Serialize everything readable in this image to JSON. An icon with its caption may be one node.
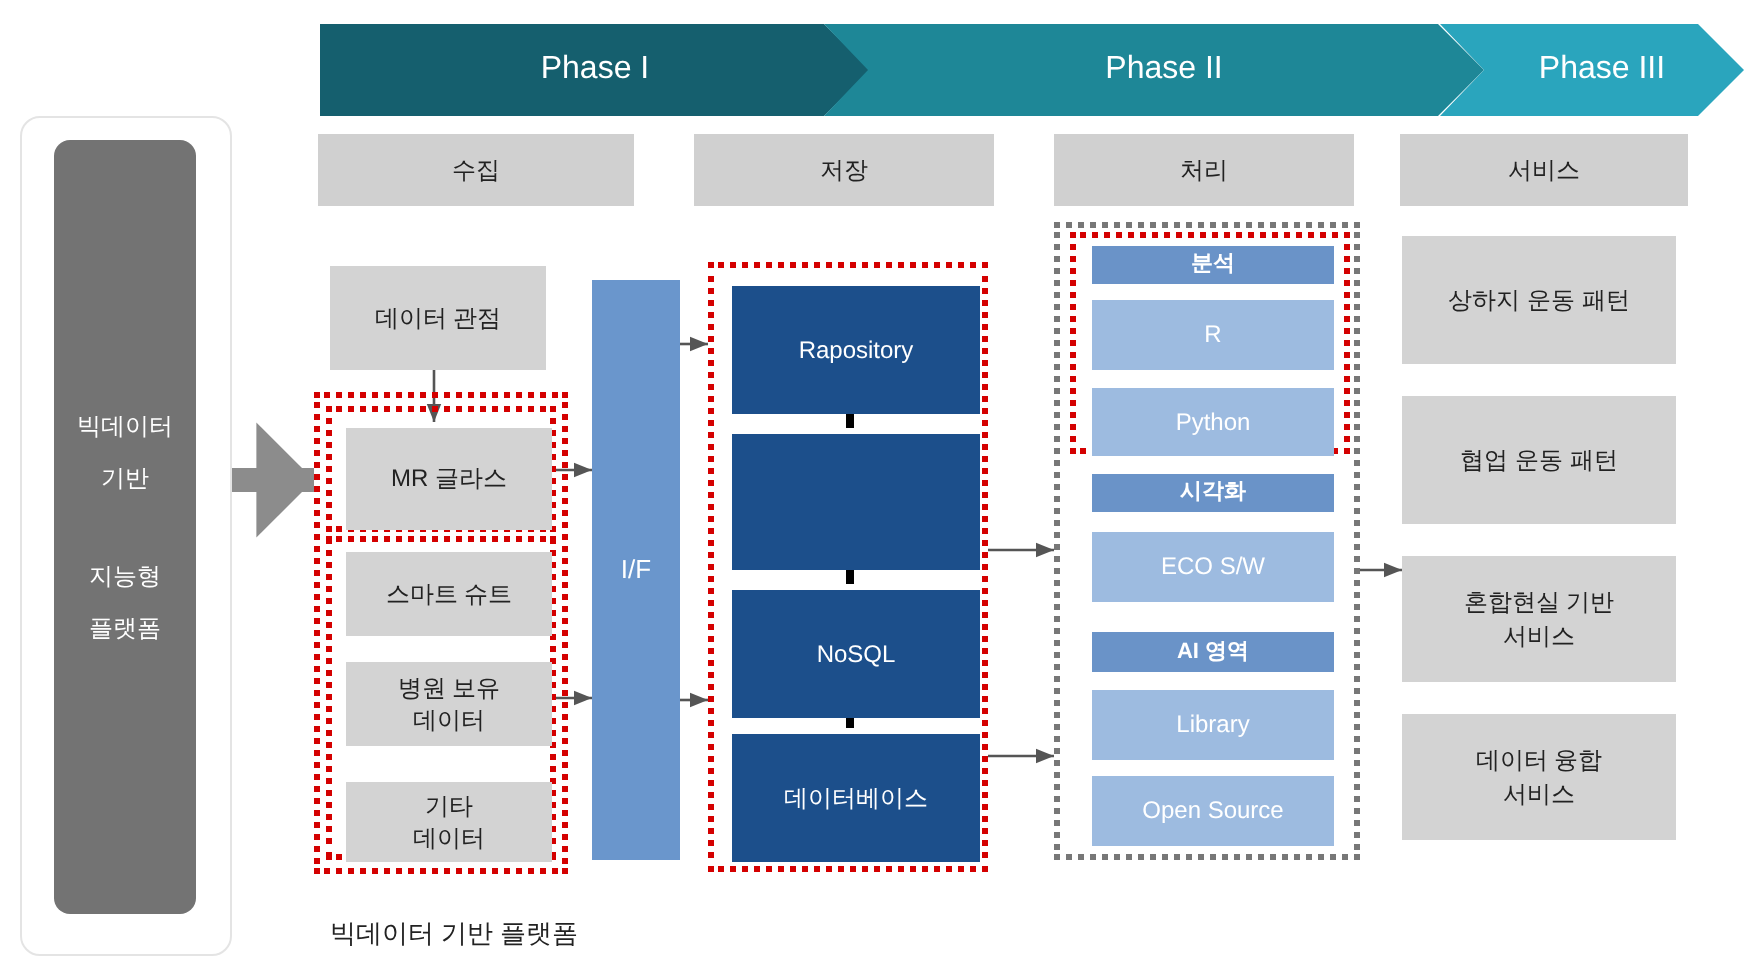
{
  "diagram": {
    "caption": "빅데이터 기반 플랫폼",
    "nodes": [
      {
        "text": [
          "빅데이터 기반",
          "지능형 플랫폼"
        ]
      },
      {
        "text": [
          "Phase I"
        ]
      },
      {
        "text": [
          "Phase II"
        ]
      },
      {
        "text": [
          "Phase III"
        ]
      },
      {
        "text": [
          "수집"
        ]
      },
      {
        "text": [
          "저장"
        ]
      },
      {
        "text": [
          "처리"
        ]
      },
      {
        "text": [
          "서비스"
        ]
      },
      {
        "text": [
          "데이터 관점"
        ]
      },
      {
        "text": [],
        "shape": "box"
      },
      {
        "text": [
          "MR 글라스"
        ],
        "in": 9
      },
      {
        "text": [
          "스마트 슈트"
        ],
        "in": 9
      },
      {
        "text": [
          "병원 보유 데이터"
        ],
        "in": 9
      },
      {
        "text": [
          "기타 데이터"
        ],
        "in": 9
      },
      {
        "text": [
          "I/F"
        ]
      },
      {
        "text": [],
        "shape": "box"
      },
      {
        "text": [
          "Rapository"
        ],
        "in": 15
      },
      {
        "text": [],
        "shape": "box",
        "in": 15
      },
      {
        "text": [
          "NoSQL"
        ],
        "in": 15
      },
      {
        "text": [
          "데이터베이스"
        ],
        "in": 15
      },
      {
        "text": [],
        "shape": "box"
      },
      {
        "text": [
          "분석"
        ],
        "in": 20
      },
      {
        "text": [
          "R"
        ],
        "in": 20
      },
      {
        "text": [
          "Python"
        ],
        "in": 20
      },
      {
        "text": [
          "시각화"
        ],
        "in": 20
      },
      {
        "text": [
          "ECO S/W"
        ],
        "in": 20
      },
      {
        "text": [
          "AI 영역"
        ],
        "in": 20
      },
      {
        "text": [
          "Library"
        ],
        "in": 20
      },
      {
        "text": [
          "Open Source"
        ],
        "in": 20
      },
      {
        "text": [
          "상하지 운동 패턴"
        ]
      },
      {
        "text": [
          "협업 운동 패턴"
        ]
      },
      {
        "text": [
          "혼합현실 기반 서비스"
        ]
      },
      {
        "text": [
          "데이터 융합 서비스"
        ]
      }
    ],
    "edges": [
      {
        "from": 0,
        "to": 9,
        "arrow": "to",
        "style": "thick",
        "color": "#8c8c8c"
      },
      {
        "from": 8,
        "to": 10,
        "arrow": "to"
      },
      {
        "from": 10,
        "to": 14,
        "arrow": "to"
      },
      {
        "from": 12,
        "to": 14,
        "arrow": "to"
      },
      {
        "from": 14,
        "to": 15,
        "arrow": "to"
      },
      {
        "from": 14,
        "to": 15,
        "arrow": "to"
      },
      {
        "from": 15,
        "to": 20,
        "arrow": "to"
      },
      {
        "from": 15,
        "to": 20,
        "arrow": "to"
      },
      {
        "from": 20,
        "to": 31,
        "arrow": "to"
      },
      {
        "from": 16,
        "to": 17,
        "arrow": "none",
        "style": "thick",
        "color": "#000000"
      },
      {
        "from": 17,
        "to": 18,
        "arrow": "none",
        "style": "thick",
        "color": "#000000"
      },
      {
        "from": 18,
        "to": 19,
        "arrow": "none",
        "style": "thick",
        "color": "#000000"
      }
    ]
  }
}
